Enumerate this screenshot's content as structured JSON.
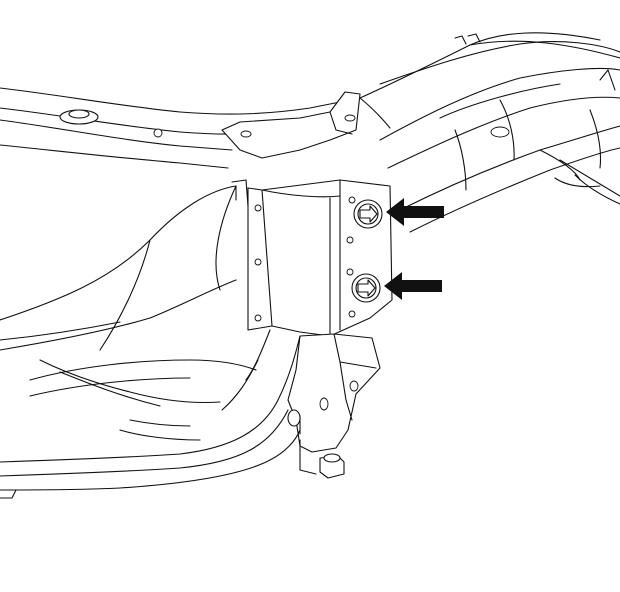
{
  "diagram": {
    "callouts": [
      {
        "name": "upper-mount-bolt",
        "arrow": "callout-arrow-upper"
      },
      {
        "name": "lower-mount-bolt",
        "arrow": "callout-arrow-lower"
      }
    ],
    "colors": {
      "line": "#111111",
      "arrow": "#111111",
      "background": "#ffffff"
    }
  }
}
